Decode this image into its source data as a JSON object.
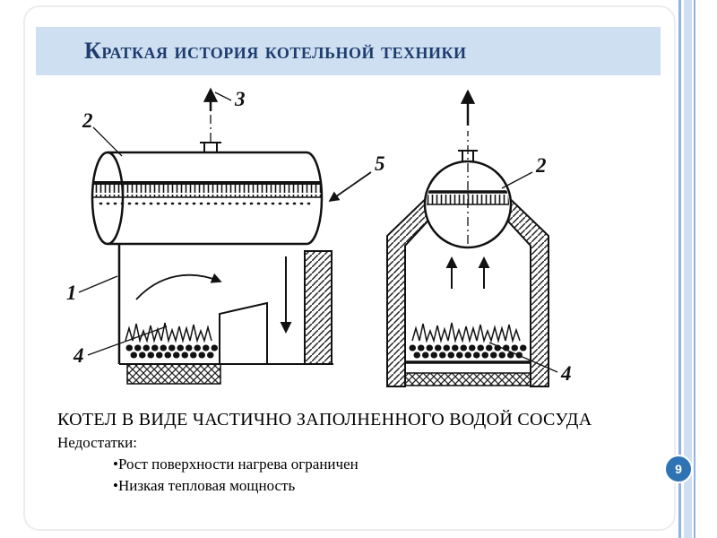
{
  "slide": {
    "title": "Краткая история котельной техники",
    "page_number": "9"
  },
  "diagram": {
    "description": "two hand-drawn boiler schematics: horizontal cylindrical boiler over furnace (left) and spherical boiler in brick enclosure (right)",
    "left": {
      "label_1": "1",
      "label_2": "2",
      "label_3": "3",
      "label_4": "4",
      "label_5": "5"
    },
    "right": {
      "label_2": "2",
      "label_4": "4"
    }
  },
  "caption": {
    "heading": "КОТЕЛ В ВИДЕ ЧАСТИЧНО ЗАПОЛНЕННОГО ВОДОЙ СОСУДА",
    "intro": "Недостатки:",
    "bullets": [
      "•Рост поверхности нагрева ограничен",
      "•Низкая тепловая мощность"
    ]
  },
  "colors": {
    "title_bg": "#cddff1",
    "title_text": "#1e3c6e",
    "stripe_blue": "#8eb4dd",
    "stripe_light": "#cfe0f2",
    "badge_bg": "#2e74b5",
    "ink": "#111111"
  }
}
